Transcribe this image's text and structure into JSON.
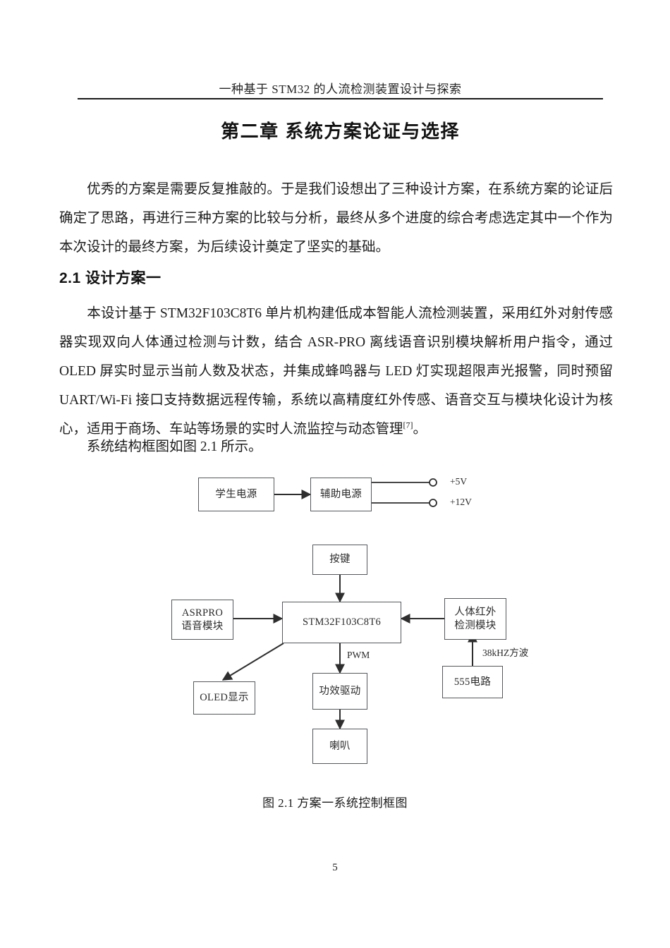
{
  "header": {
    "running_title": "一种基于 STM32 的人流检测装置设计与探索",
    "page_number": "5"
  },
  "chapter": {
    "title": "第二章 系统方案论证与选择"
  },
  "body": {
    "paragraph_intro": "优秀的方案是需要反复推敲的。于是我们设想出了三种设计方案，在系统方案的论证后确定了思路，再进行三种方案的比较与分析，最终从多个进度的综合考虑选定其中一个作为本次设计的最终方案，为后续设计奠定了坚实的基础。",
    "section_heading": "2.1 设计方案一",
    "paragraph_scheme": "本设计基于 STM32F103C8T6 单片机构建低成本智能人流检测装置，采用红外对射传感器实现双向人体通过检测与计数，结合 ASR-PRO 离线语音识别模块解析用户指令，通过 OLED 屏实时显示当前人数及状态，并集成蜂鸣器与 LED 灯实现超限声光报警，同时预留 UART/Wi-Fi 接口支持数据远程传输，系统以高精度红外传感、语音交互与模块化设计为核心，适用于商场、车站等场景的实时人流监控与动态管理",
    "paragraph_scheme_citation": "[7]",
    "paragraph_scheme_tail": "。",
    "paragraph_figref": "系统结构框图如图 2.1 所示。"
  },
  "figure": {
    "caption": "图 2.1 方案一系统控制框图",
    "blocks": {
      "student_power": "学生电源",
      "aux_power": "辅助电源",
      "button": "按键",
      "mcu": "STM32F103C8T6",
      "asrpro": "ASRPRO\n语音模块",
      "asrpro_line1": "ASRPRO",
      "asrpro_line2": "语音模块",
      "pir": "人体红外\n检测模块",
      "pir_line1": "人体红外",
      "pir_line2": "检测模块",
      "oled": "OLED显示",
      "power_driver": "功效驱动",
      "speaker": "喇叭",
      "timer555": "555电路"
    },
    "labels": {
      "out_5v": "+5V",
      "out_12v": "+12V",
      "pwm": "PWM",
      "square_wave": "38kHZ方波"
    },
    "colors": {
      "box_border": "#55585c",
      "line": "#3a3a3a",
      "text": "#2a2a2a"
    }
  }
}
